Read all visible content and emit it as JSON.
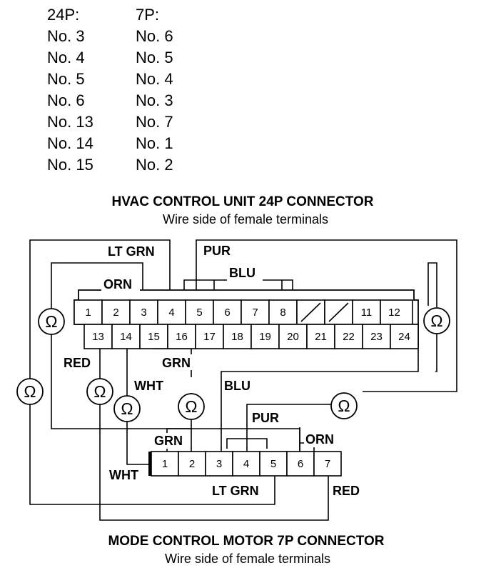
{
  "pin_table": {
    "header_24p": "24P:",
    "header_7p": "7P:",
    "rows": [
      [
        "No. 3",
        "No. 6"
      ],
      [
        "No. 4",
        "No. 5"
      ],
      [
        "No. 5",
        "No. 4"
      ],
      [
        "No. 6",
        "No. 3"
      ],
      [
        "No. 13",
        "No. 7"
      ],
      [
        "No. 14",
        "No. 1"
      ],
      [
        "No. 15",
        "No. 2"
      ]
    ]
  },
  "hvac_connector": {
    "title": "HVAC CONTROL UNIT 24P CONNECTOR",
    "subtitle": "Wire side of female terminals",
    "top_pins": [
      "1",
      "2",
      "3",
      "4",
      "5",
      "6",
      "7",
      "8",
      "",
      "",
      "11",
      "12"
    ],
    "bottom_pins": [
      "13",
      "14",
      "15",
      "16",
      "17",
      "18",
      "19",
      "20",
      "21",
      "22",
      "23",
      "24"
    ]
  },
  "motor_connector": {
    "title": "MODE CONTROL MOTOR 7P CONNECTOR",
    "subtitle": "Wire side of female terminals",
    "pins": [
      "1",
      "2",
      "3",
      "4",
      "5",
      "6",
      "7"
    ]
  },
  "wire_labels": {
    "lt_grn_top": "LT GRN",
    "pur_top": "PUR",
    "blu_top": "BLU",
    "orn_top": "ORN",
    "red_left": "RED",
    "grn_mid": "GRN",
    "wht_mid": "WHT",
    "blu_mid": "BLU",
    "pur_low": "PUR",
    "grn_low": "GRN",
    "orn_low": "ORN",
    "wht_low": "WHT",
    "lt_grn_low": "LT GRN",
    "red_low": "RED"
  },
  "ohmmeter_symbol": "Ω"
}
